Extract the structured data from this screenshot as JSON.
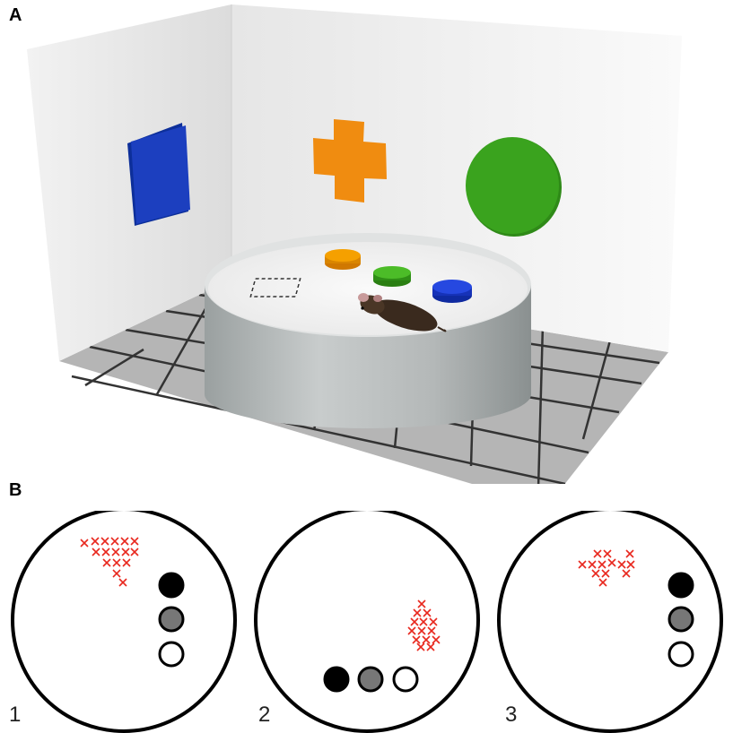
{
  "panel_a": {
    "label": "A",
    "wall_cues": [
      {
        "shape": "square",
        "color": "#1c3fbf"
      },
      {
        "shape": "cross",
        "color": "#f08c10"
      },
      {
        "shape": "circle",
        "color": "#3aa31e"
      }
    ],
    "table_objects": [
      {
        "color": "#f5a000"
      },
      {
        "color": "#3aa31e"
      },
      {
        "color": "#1c3fd0"
      }
    ],
    "start_zone": "dashed-square",
    "animal": "mouse"
  },
  "panel_b": {
    "label": "B",
    "arenas": [
      {
        "number": "1",
        "marker_fills": [
          "#000000",
          "#777777",
          "#ffffff"
        ]
      },
      {
        "number": "2",
        "marker_fills": [
          "#000000",
          "#777777",
          "#ffffff"
        ]
      },
      {
        "number": "3",
        "marker_fills": [
          "#000000",
          "#777777",
          "#ffffff"
        ]
      }
    ],
    "cross_color": "#e8281e"
  }
}
